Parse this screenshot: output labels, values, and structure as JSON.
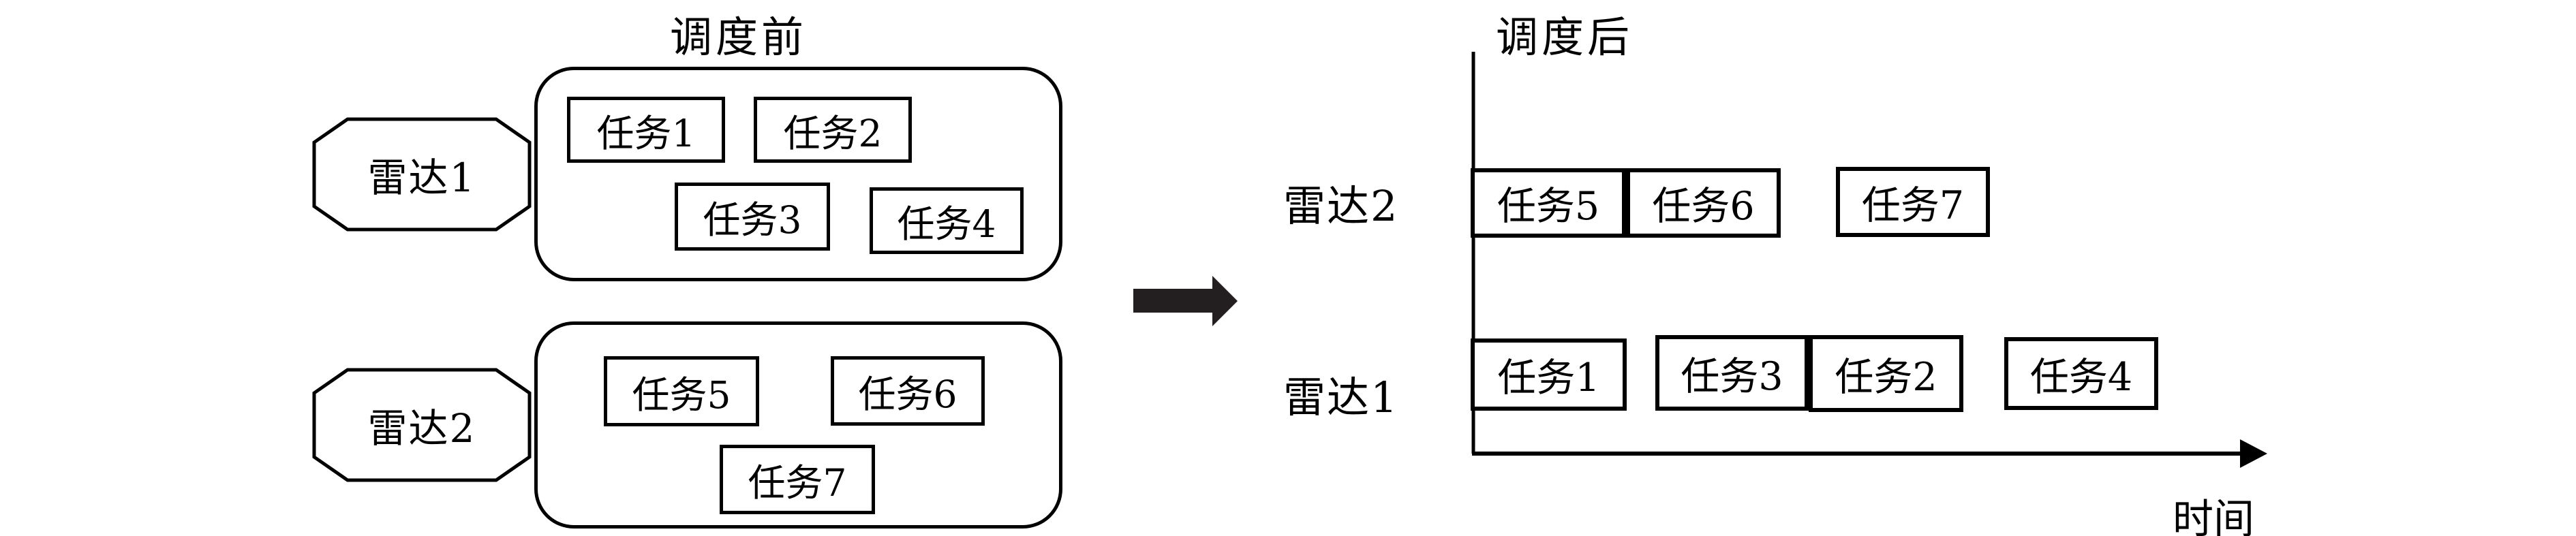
{
  "colors": {
    "ink": "#000000",
    "arrow": "#231f20",
    "background": "#ffffff"
  },
  "before": {
    "title": "调度前",
    "groups": [
      {
        "radar": "雷达1",
        "tasks": [
          "任务1",
          "任务2",
          "任务3",
          "任务4"
        ]
      },
      {
        "radar": "雷达2",
        "tasks": [
          "任务5",
          "任务6",
          "任务7"
        ]
      }
    ]
  },
  "transition": {
    "arrow_icon": "right-arrow"
  },
  "after": {
    "title": "调度后",
    "time_axis_label": "时间",
    "rows": [
      {
        "radar": "雷达2",
        "tasks": [
          "任务5",
          "任务6",
          "任务7"
        ]
      },
      {
        "radar": "雷达1",
        "tasks": [
          "任务1",
          "任务3",
          "任务2",
          "任务4"
        ]
      }
    ]
  }
}
